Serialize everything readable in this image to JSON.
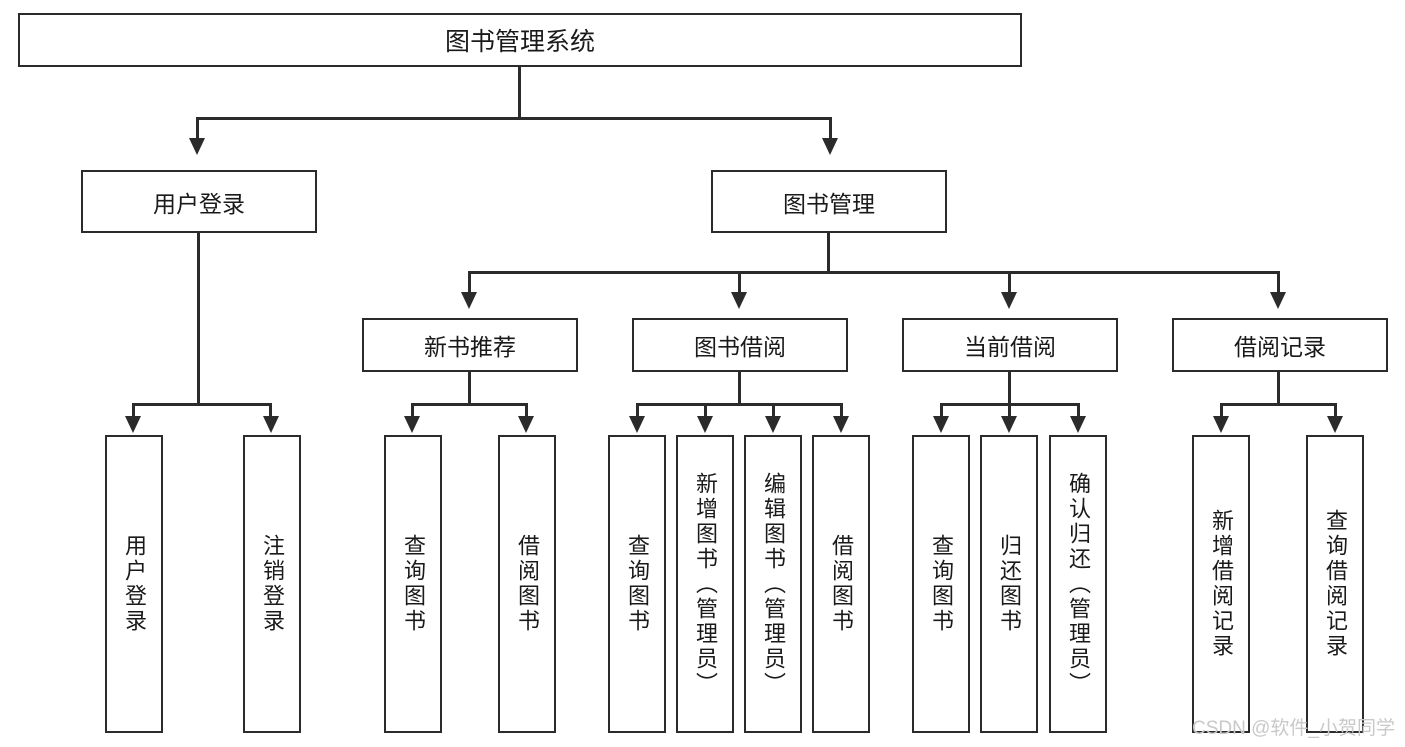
{
  "diagram": {
    "title": "图书管理系统",
    "type": "hierarchy-tree",
    "root": {
      "label": "图书管理系统"
    },
    "level2": [
      {
        "label": "用户登录"
      },
      {
        "label": "图书管理"
      }
    ],
    "level3": [
      {
        "label": "新书推荐"
      },
      {
        "label": "图书借阅"
      },
      {
        "label": "当前借阅"
      },
      {
        "label": "借阅记录"
      }
    ],
    "leaves": {
      "user_login": [
        {
          "label": "用户登录"
        },
        {
          "label": "注销登录"
        }
      ],
      "new_book_recommend": [
        {
          "label": "查询图书"
        },
        {
          "label": "借阅图书"
        }
      ],
      "book_borrow": [
        {
          "label": "查询图书"
        },
        {
          "label": "新增图书（管理员）"
        },
        {
          "label": "编辑图书（管理员）"
        },
        {
          "label": "借阅图书"
        }
      ],
      "current_borrow": [
        {
          "label": "查询图书"
        },
        {
          "label": "归还图书"
        },
        {
          "label": "确认归还（管理员）"
        }
      ],
      "borrow_record": [
        {
          "label": "新增借阅记录"
        },
        {
          "label": "查询借阅记录"
        }
      ]
    }
  },
  "watermark": {
    "text": "CSDN @软件_小贺同学"
  },
  "colors": {
    "stroke": "#2b2b2b",
    "background": "#ffffff",
    "text": "#1a1a1a",
    "watermark": "#c9c9c9"
  }
}
